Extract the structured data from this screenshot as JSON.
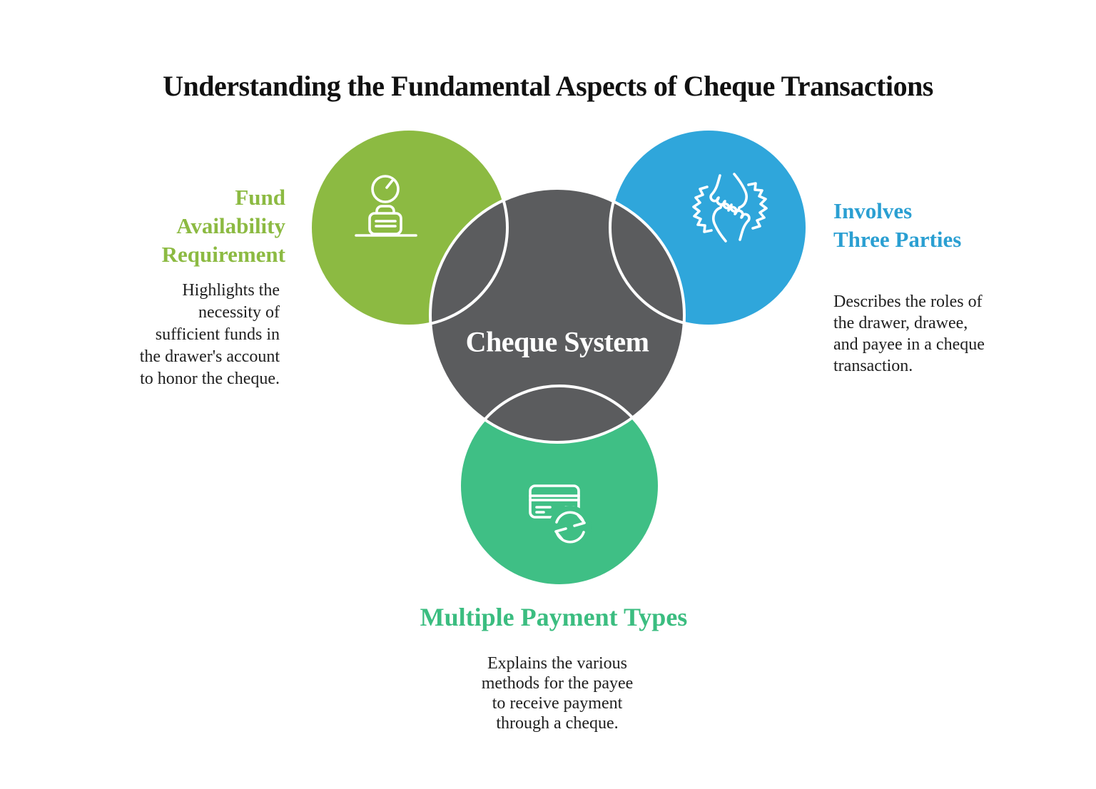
{
  "title": "Understanding the Fundamental Aspects of Cheque Transactions",
  "center_label": "Cheque System",
  "colors": {
    "green": "#8cba42",
    "blue": "#2fa6db",
    "teal": "#3fbf85",
    "gray": "#5b5c5e",
    "heading_green": "#8cba42",
    "heading_blue": "#2a9fd2",
    "heading_teal": "#3bbd80",
    "body_text": "#202020",
    "icon_stroke": "#ffffff"
  },
  "sections": {
    "fund": {
      "icon": "gauge-briefcase-icon",
      "heading_lines": [
        "Fund",
        "Availability",
        "Requirement"
      ],
      "body_lines": [
        "Highlights the",
        "necessity of",
        "sufficient funds in",
        "the drawer's account",
        "to honor the cheque."
      ]
    },
    "parties": {
      "icon": "hands-collaboration-icon",
      "heading_lines": [
        "Involves",
        "Three Parties"
      ],
      "body_lines": [
        "Describes the roles of",
        "the drawer, drawee,",
        "and payee in a cheque",
        "transaction."
      ]
    },
    "payments": {
      "icon": "card-refresh-icon",
      "heading_lines": [
        "Multiple Payment Types"
      ],
      "body_lines": [
        "Explains the various",
        "methods for the payee",
        "to receive payment",
        "through a cheque."
      ]
    }
  }
}
